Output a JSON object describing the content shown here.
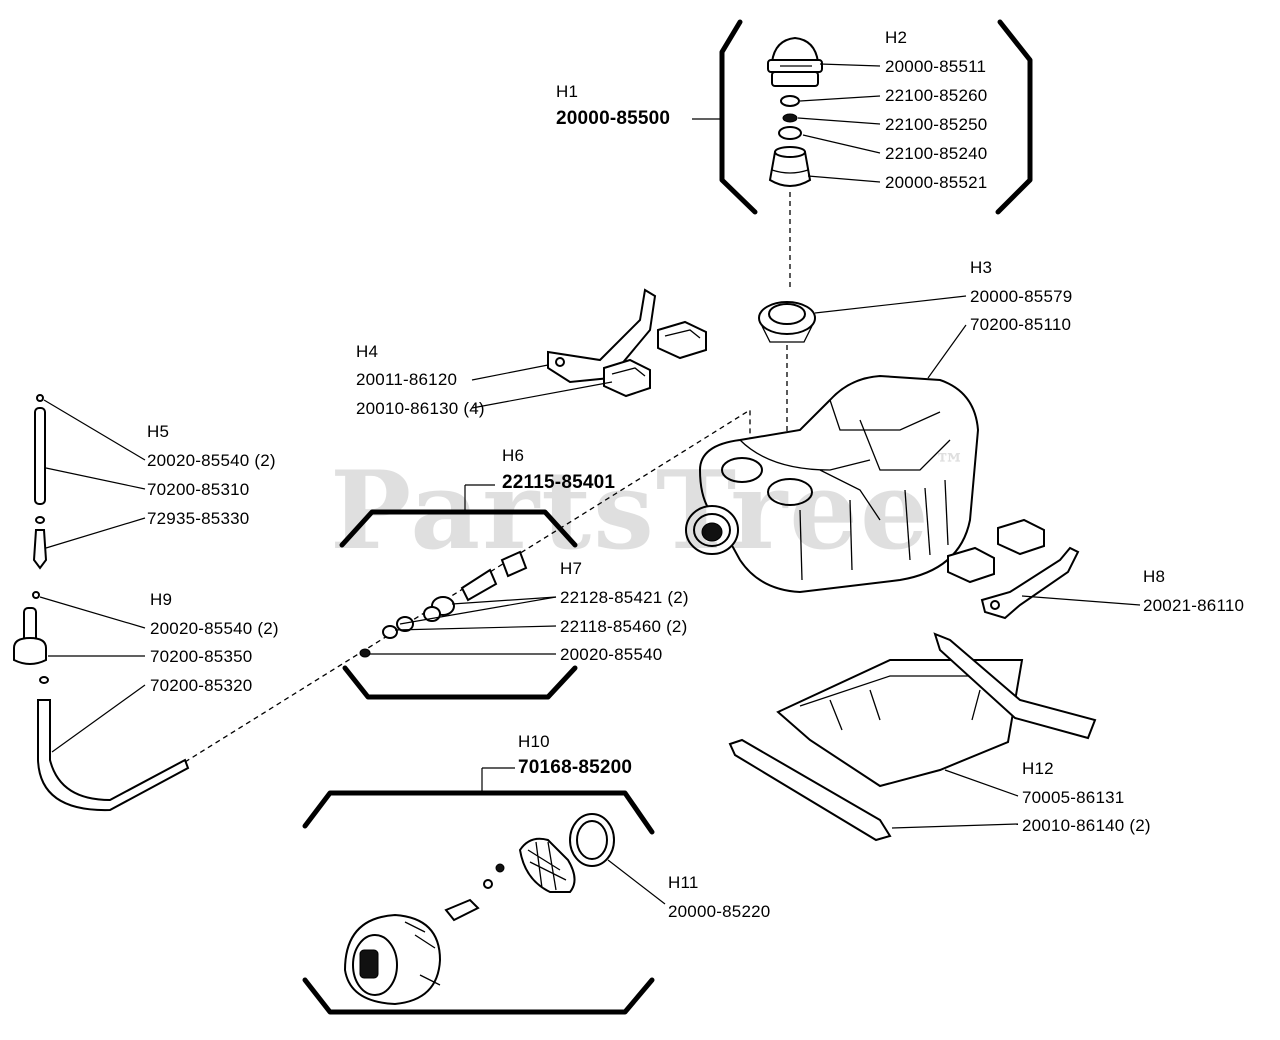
{
  "watermark": {
    "text": "PartsTree",
    "mark": "™"
  },
  "groups": {
    "H1": {
      "ref": "H1",
      "part": "20000-85500"
    },
    "H2": {
      "ref": "H2",
      "parts": [
        "20000-85511",
        "22100-85260",
        "22100-85250",
        "22100-85240",
        "20000-85521"
      ]
    },
    "H3": {
      "ref": "H3",
      "parts": [
        "20000-85579",
        "70200-85110"
      ]
    },
    "H4": {
      "ref": "H4",
      "parts": [
        "20011-86120",
        "20010-86130 (4)"
      ]
    },
    "H5": {
      "ref": "H5",
      "parts": [
        "20020-85540 (2)",
        "70200-85310",
        "72935-85330"
      ]
    },
    "H6": {
      "ref": "H6",
      "part": "22115-85401"
    },
    "H7": {
      "ref": "H7",
      "parts": [
        "22128-85421 (2)",
        "22118-85460 (2)",
        "20020-85540"
      ]
    },
    "H8": {
      "ref": "H8",
      "part": "20021-86110"
    },
    "H9": {
      "ref": "H9",
      "parts": [
        "20020-85540 (2)",
        "70200-85350",
        "70200-85320"
      ]
    },
    "H10": {
      "ref": "H10",
      "part": "70168-85200"
    },
    "H11": {
      "ref": "H11",
      "part": "20000-85220"
    },
    "H12": {
      "ref": "H12",
      "parts": [
        "70005-86131",
        "20010-86140 (2)"
      ]
    }
  }
}
